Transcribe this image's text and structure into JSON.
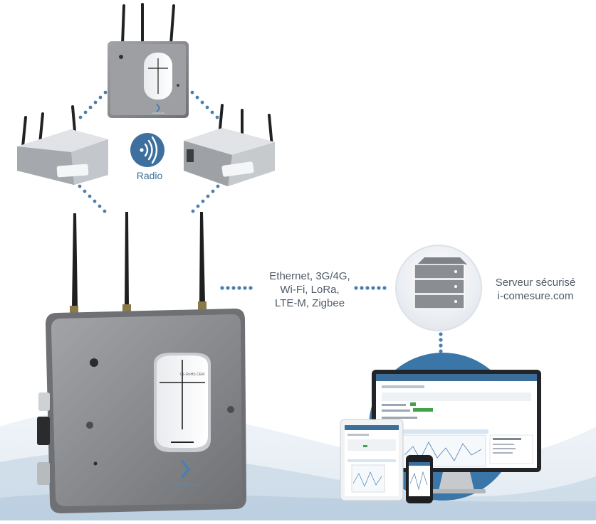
{
  "radio": {
    "label": "Radio",
    "icon": "radio-waves-icon",
    "color": "#3d6f9f"
  },
  "connectivity": {
    "label": "Ethernet, 3G/4G,\nWi-Fi, LoRa,\nLTE-M, Zigbee"
  },
  "server": {
    "label": "Serveur sécurisé\ni-comesure.com",
    "icon": "server-icon"
  },
  "devices": {
    "brand_small": "COMESURE",
    "brand_large": "COMESURE",
    "panel_text": "CE·RoHS·CEM"
  },
  "colors": {
    "accent": "#3d6f9f",
    "dots": "#4a7fb0",
    "device_body": "#8a8c8f",
    "wave": "#dbe6ef"
  }
}
